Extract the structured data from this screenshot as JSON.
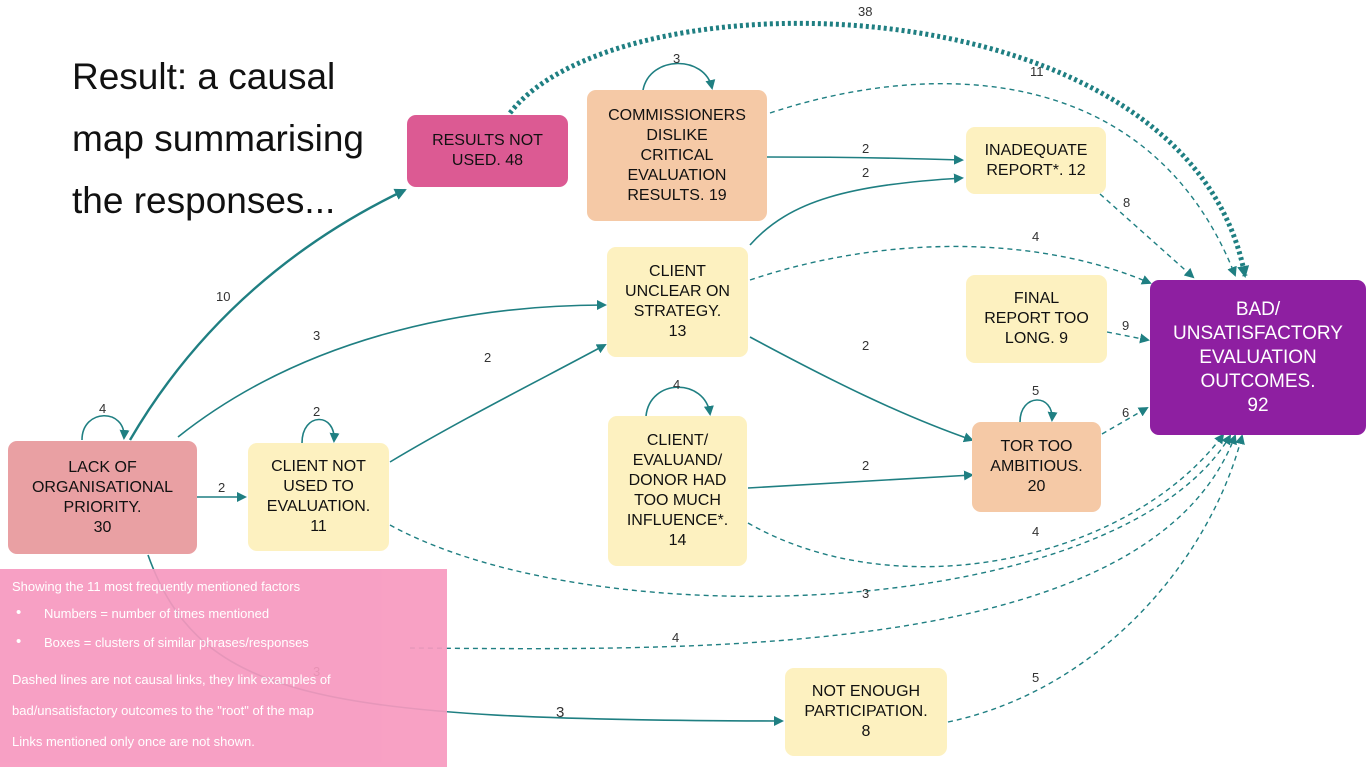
{
  "title": "Result: a causal map summarising the responses...",
  "nodes": {
    "results_not_used": "RESULTS NOT\nUSED. 48",
    "commissioners": "COMMISSIONERS\nDISLIKE\nCRITICAL\nEVALUATION\nRESULTS. 19",
    "inadequate_report": "INADEQUATE\nREPORT*. 12",
    "client_unclear": "CLIENT\nUNCLEAR ON\nSTRATEGY.\n13",
    "final_report": "FINAL\nREPORT TOO\nLONG. 9",
    "bad_outcomes": "BAD/\nUNSATISFACTORY\nEVALUATION\nOUTCOMES.\n92",
    "lack_priority": "LACK OF\nORGANISATIONAL\nPRIORITY.\n30",
    "client_not_used": "CLIENT NOT\nUSED TO\nEVALUATION.\n11",
    "client_influence": "CLIENT/\nEVALUAND/\nDONOR HAD\nTOO MUCH\nINFLUENCE*.\n14",
    "tor": "TOR TOO\nAMBITIOUS.\n20",
    "participation": "NOT ENOUGH\nPARTICIPATION.\n8"
  },
  "edge_labels": {
    "results_to_bad": "38",
    "comm_loop": "3",
    "comm_to_bad": "11",
    "comm_to_inad": "2",
    "unclear_to_inad": "2",
    "inad_to_bad": "8",
    "unclear_to_bad": "4",
    "lack_to_results": "10",
    "lack_to_unclear": "3",
    "notused_to_unclear": "2",
    "unclear_to_tor": "2",
    "final_to_bad": "9",
    "lack_loop": "4",
    "notused_loop": "2",
    "influence_loop": "4",
    "tor_loop": "5",
    "tor_to_bad": "6",
    "lack_to_notused": "2",
    "influence_to_tor": "2",
    "influence_to_bad": "4",
    "notused_to_bad": "3",
    "lack_to_bad": "4",
    "lack_to_bad_hidden": "3",
    "lack_to_participation": "3",
    "participation_to_bad": "5"
  },
  "legend": {
    "heading": "Showing the 11 most frequently mentioned factors",
    "bullets": [
      "Numbers = number of times mentioned",
      "Boxes = clusters of similar phrases/responses"
    ],
    "note1": "Dashed lines are not causal links, they link examples of",
    "note2": "bad/unsatisfactory  outcomes to the \"root\" of the map",
    "note3": "Links mentioned only once are not shown."
  },
  "colors": {
    "edge": "#1f7f82",
    "results_not_used": "#dc5a93",
    "commissioners": "#f5c9a6",
    "pale_yellow": "#fdf1c0",
    "bad_outcomes": "#8e1fa1",
    "lack_priority": "#e9a0a3",
    "legend": "#f799bf"
  }
}
